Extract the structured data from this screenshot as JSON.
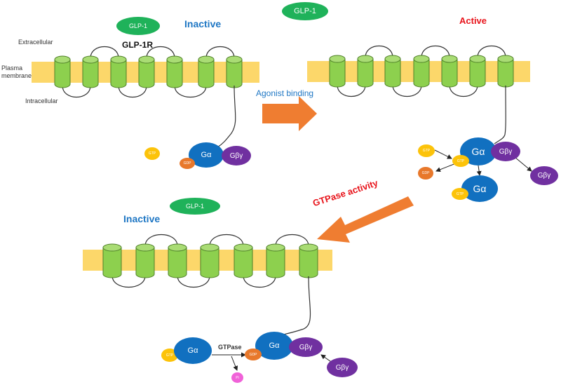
{
  "colors": {
    "membrane": "#fcd76a",
    "helix": "#8dd04e",
    "helix_stroke": "#4f7f28",
    "glp1": "#1fb25a",
    "g_alpha": "#1170c0",
    "g_beta_gamma": "#7030a0",
    "gtp": "#fcc30a",
    "gdp": "#e8782b",
    "pi": "#f062d8",
    "arrow": "#ef7d31",
    "inactive_text": "#1f77c4",
    "active_text": "#e8141b"
  },
  "labels": {
    "extracellular": "Extracellular",
    "plasma_membrane_1": "Plasma",
    "plasma_membrane_2": "membrane",
    "intracellular": "Intracellular",
    "receptor": "GLP-1R",
    "agonist_binding": "Agonist binding",
    "gtpase_activity": "GTPase activity",
    "gtpase": "GTPase"
  },
  "panel1": {
    "state": "Inactive",
    "ligand": "GLP-1",
    "gtp": "GTP",
    "gdp": "GDP",
    "galpha": "Gα",
    "gbg": "Gβγ"
  },
  "panel2": {
    "state": "Active",
    "ligand": "GLP-1",
    "gtp_in": "GTP",
    "gtp_bound": "GTP",
    "gdp_out": "GDP",
    "galpha": "Gα",
    "gbg": "Gβγ",
    "gtp_free": "GTP",
    "galpha_free": "Gα",
    "gbg_free": "Gβγ"
  },
  "panel3": {
    "state": "Inactive",
    "ligand": "GLP-1",
    "gtp": "GTP",
    "galpha": "Gα",
    "pi": "Pi",
    "gdp": "GDP",
    "galpha2": "Gα",
    "gbg": "Gβγ",
    "gbg_free": "Gβγ"
  }
}
